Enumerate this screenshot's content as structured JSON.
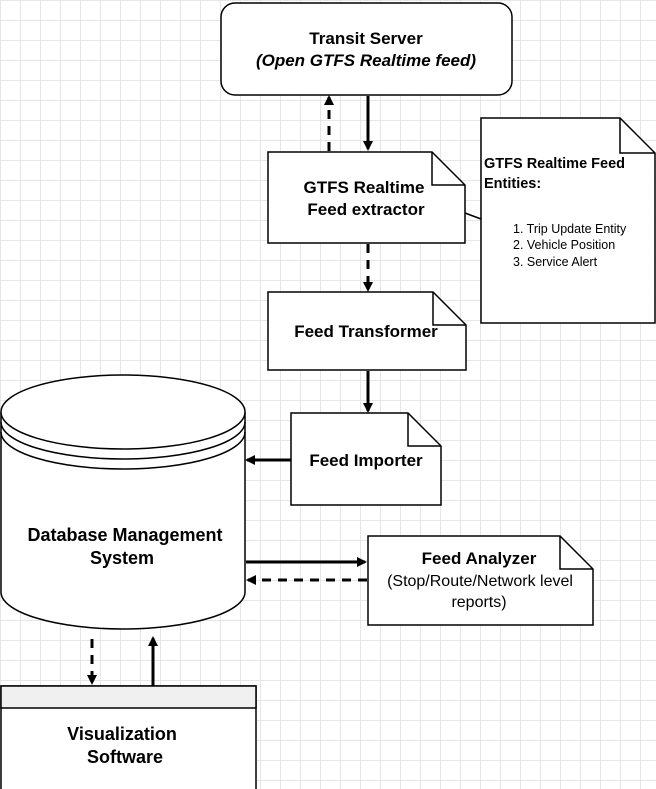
{
  "transit_server": {
    "title": "Transit Server",
    "subtitle": "(Open GTFS Realtime feed)"
  },
  "extractor": {
    "line1": "GTFS Realtime",
    "line2": "Feed extractor"
  },
  "entities_note": {
    "title_line1": "GTFS Realtime Feed",
    "title_line2": "Entities:",
    "items": [
      "1. Trip Update Entity",
      "2. Vehicle Position",
      "3. Service Alert"
    ]
  },
  "transformer": {
    "label": "Feed Transformer"
  },
  "importer": {
    "label": "Feed Importer"
  },
  "database": {
    "line1": "Database Management",
    "line2": "System"
  },
  "analyzer": {
    "line1": "Feed Analyzer",
    "line2": "(Stop/Route/Network level",
    "line3": "reports)"
  },
  "visualization": {
    "line1": "Visualization",
    "line2": "Software"
  },
  "colors": {
    "stroke": "#000000",
    "fill": "#ffffff",
    "grid": "#e6e6e6"
  }
}
